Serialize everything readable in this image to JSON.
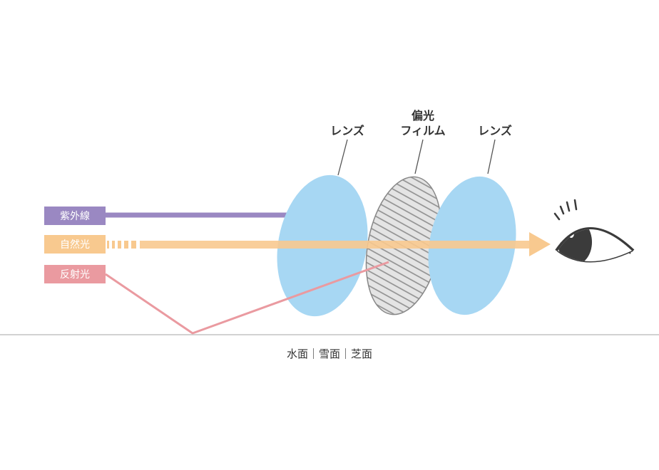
{
  "labels": {
    "lens_left": "レンズ",
    "film_line1": "偏光",
    "film_line2": "フィルム",
    "lens_right": "レンズ",
    "uv": "紫外線",
    "natural_light": "自然光",
    "reflected_light": "反射光",
    "surfaces": "水面｜雪面｜芝面"
  },
  "colors": {
    "uv": "#9a88c2",
    "natural_light": "#f8c98f",
    "reflected_light": "#ea9aa0",
    "lens": "#a7d7f3",
    "film_fill": "#e4e4e4",
    "film_stripe": "#8e8e8e",
    "ground_line": "#d2d2d2",
    "eye": "#3b3b3b",
    "text": "#333333"
  },
  "icons": {
    "eye": "eye-icon"
  }
}
